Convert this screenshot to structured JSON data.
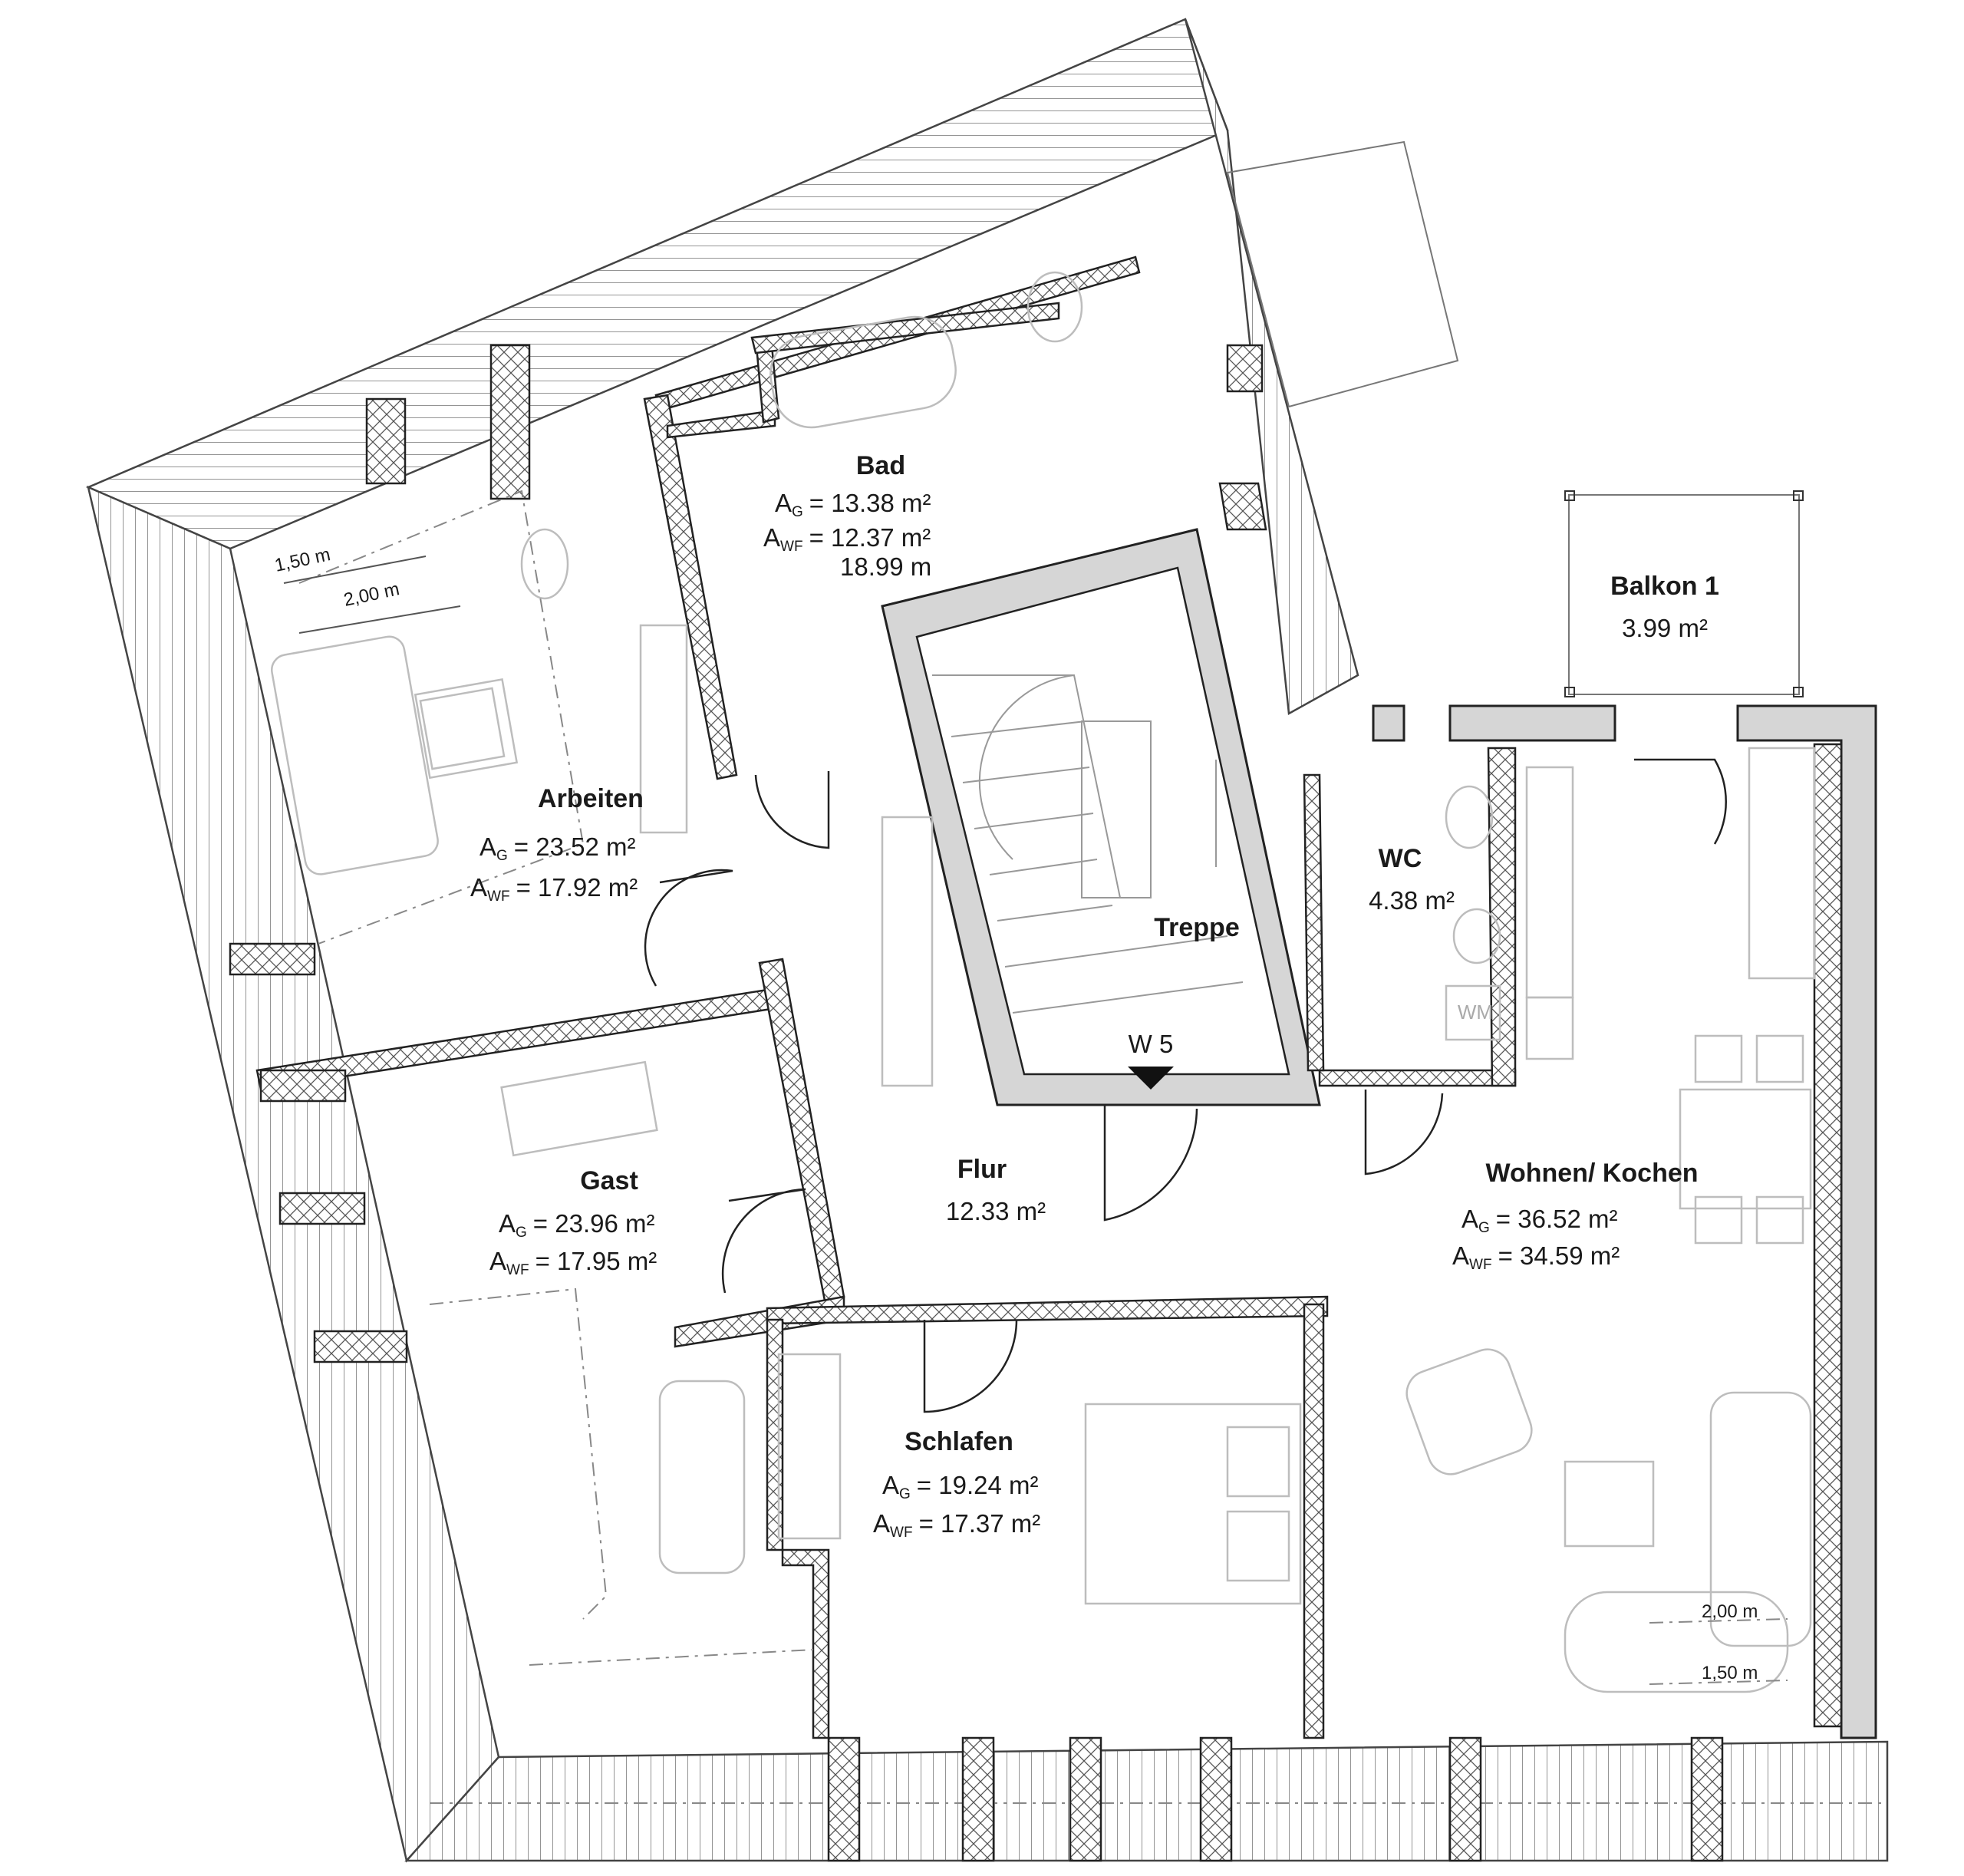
{
  "rooms": {
    "bad": {
      "name": "Bad",
      "ag_sub": "G",
      "ag_value": "= 13.38 m²",
      "awf_sub": "WF",
      "awf_value": "= 12.37 m²",
      "extra": "18.99 m"
    },
    "arbeiten": {
      "name": "Arbeiten",
      "ag_sub": "G",
      "ag_value": "= 23.52 m²",
      "awf_sub": "WF",
      "awf_value": "= 17.92 m²"
    },
    "gast": {
      "name": "Gast",
      "ag_sub": "G",
      "ag_value": "= 23.96 m²",
      "awf_sub": "WF",
      "awf_value": "= 17.95 m²"
    },
    "schlafen": {
      "name": "Schlafen",
      "ag_sub": "G",
      "ag_value": "= 19.24 m²",
      "awf_sub": "WF",
      "awf_value": "= 17.37 m²"
    },
    "wohnen": {
      "name": "Wohnen/ Kochen",
      "ag_sub": "G",
      "ag_value": "= 36.52 m²",
      "awf_sub": "WF",
      "awf_value": "= 34.59 m²"
    },
    "flur": {
      "name": "Flur",
      "area": "12.33 m²"
    },
    "wc": {
      "name": "WC",
      "area": "4.38 m²"
    },
    "treppe": {
      "name": "Treppe"
    },
    "balkon": {
      "name": "Balkon 1",
      "area": "3.99 m²"
    }
  },
  "marks": {
    "stair_window": "W 5",
    "washing_machine": "WM",
    "ag_letter": "A",
    "awf_letter": "A"
  },
  "dimensions": {
    "arbeiten_150": "1,50 m",
    "arbeiten_200": "2,00 m",
    "wohnen_200": "2,00 m",
    "wohnen_150": "1,50 m"
  },
  "colors": {
    "wall_fill": "#d6d6d6",
    "line": "#222222",
    "furniture": "#bdbdbd"
  }
}
